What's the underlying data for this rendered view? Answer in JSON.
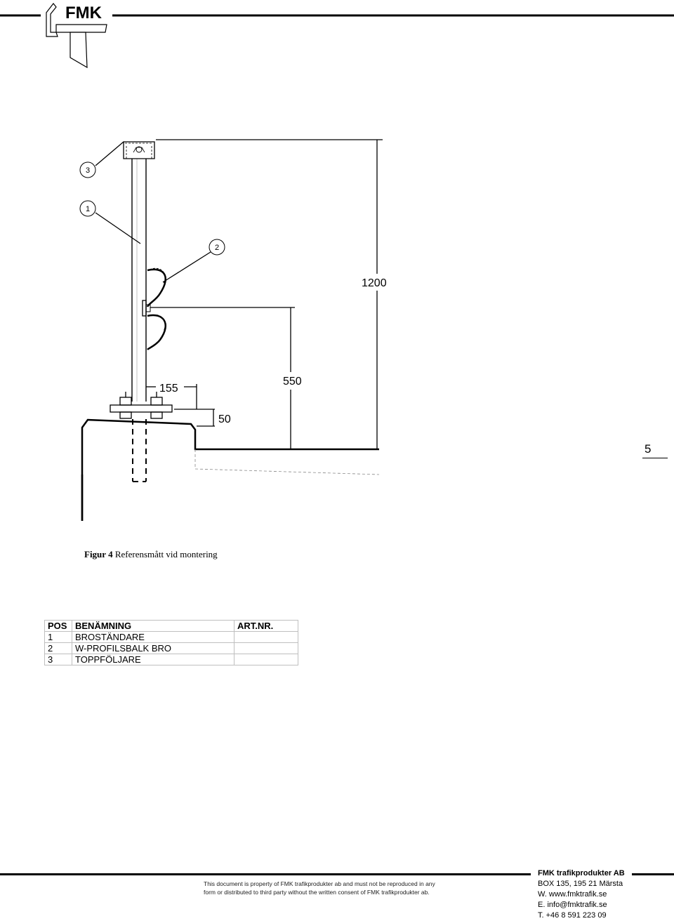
{
  "header": {
    "logo_text": "FMK"
  },
  "page": {
    "number": "5"
  },
  "drawing": {
    "balloons": [
      "3",
      "1",
      "2"
    ],
    "dimensions": {
      "height_total": "1200",
      "height_beam": "550",
      "offset": "155",
      "curb": "50"
    }
  },
  "caption": {
    "label": "Figur 4",
    "text": "Referensmått vid montering"
  },
  "parts_table": {
    "headers": [
      "POS",
      "BENÄMNING",
      "ART.NR."
    ],
    "rows": [
      {
        "pos": "1",
        "name": "BROSTÄNDARE",
        "art": ""
      },
      {
        "pos": "2",
        "name": "W-PROFILSBALK BRO",
        "art": ""
      },
      {
        "pos": "3",
        "name": "TOPPFÖLJARE",
        "art": ""
      }
    ]
  },
  "footer": {
    "disclaimer_line1": "This document is property of FMK trafikprodukter ab and must not be reproduced in any",
    "disclaimer_line2": "form or distributed to third party without the written consent of FMK trafikprodukter ab.",
    "company_name": "FMK trafikprodukter AB",
    "address": "BOX 135, 195 21 Märsta",
    "web": "W. www.fmktrafik.se",
    "email": "E. info@fmktrafik.se",
    "phone": "T. +46 8 591 223 09"
  }
}
